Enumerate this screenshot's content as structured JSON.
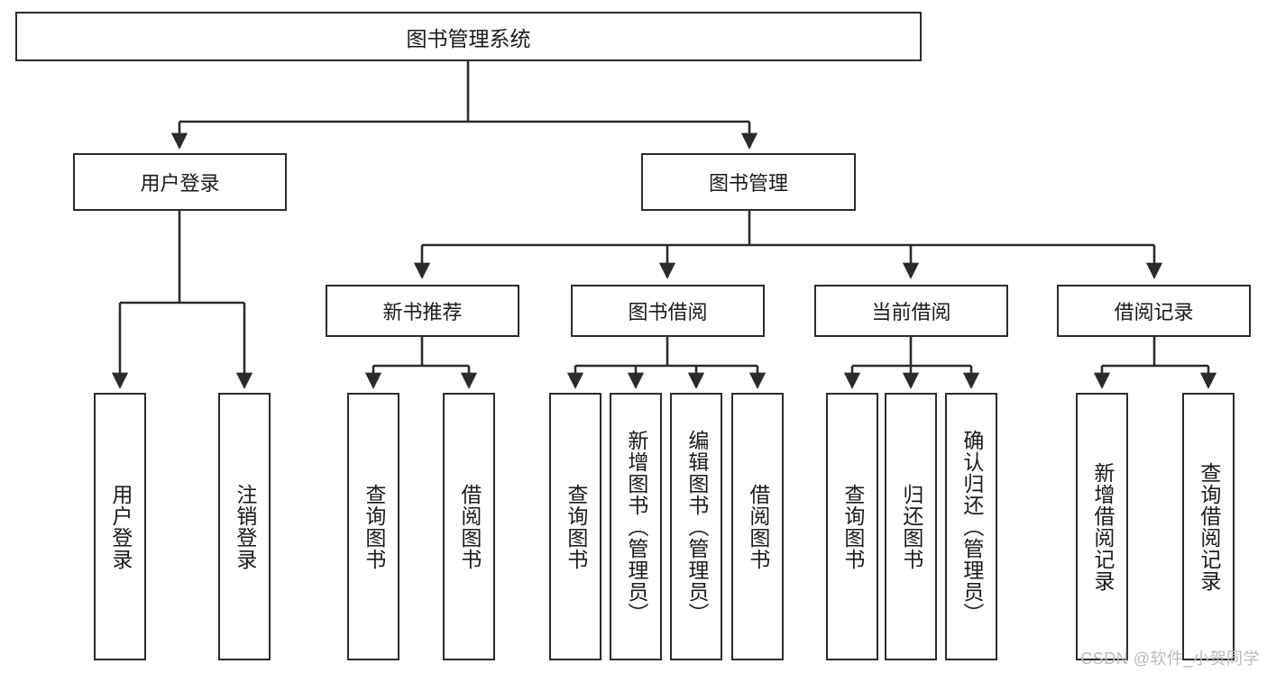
{
  "diagram": {
    "title": "图书管理系统",
    "type": "tree-hierarchy-chart",
    "root": {
      "id": "root",
      "label": "图书管理系统"
    },
    "level2": [
      {
        "id": "user-login",
        "label": "用户登录"
      },
      {
        "id": "book-manage",
        "label": "图书管理"
      }
    ],
    "level3": [
      {
        "id": "new-book-recommend",
        "label": "新书推荐",
        "parent": "book-manage"
      },
      {
        "id": "book-borrow",
        "label": "图书借阅",
        "parent": "book-manage"
      },
      {
        "id": "current-borrow",
        "label": "当前借阅",
        "parent": "book-manage"
      },
      {
        "id": "borrow-record",
        "label": "借阅记录",
        "parent": "book-manage"
      }
    ],
    "leaves": [
      {
        "id": "leaf-user-login",
        "label": "用户登录",
        "parent": "user-login"
      },
      {
        "id": "leaf-user-logout",
        "label": "注销登录",
        "parent": "user-login"
      },
      {
        "id": "leaf-query-book-1",
        "label": "查询图书",
        "parent": "new-book-recommend"
      },
      {
        "id": "leaf-borrow-book-1",
        "label": "借阅图书",
        "parent": "new-book-recommend"
      },
      {
        "id": "leaf-query-book-2",
        "label": "查询图书",
        "parent": "book-borrow"
      },
      {
        "id": "leaf-add-book",
        "label": "新增图书（管理员）",
        "parent": "book-borrow"
      },
      {
        "id": "leaf-edit-book",
        "label": "编辑图书（管理员）",
        "parent": "book-borrow"
      },
      {
        "id": "leaf-borrow-book-2",
        "label": "借阅图书",
        "parent": "book-borrow"
      },
      {
        "id": "leaf-query-book-3",
        "label": "查询图书",
        "parent": "current-borrow"
      },
      {
        "id": "leaf-return-book",
        "label": "归还图书",
        "parent": "current-borrow"
      },
      {
        "id": "leaf-confirm-return",
        "label": "确认归还（管理员）",
        "parent": "current-borrow"
      },
      {
        "id": "leaf-add-record",
        "label": "新增借阅记录",
        "parent": "borrow-record"
      },
      {
        "id": "leaf-query-record",
        "label": "查询借阅记录",
        "parent": "borrow-record"
      }
    ],
    "watermark": "CSDN @软件_小贺同学",
    "colors": {
      "stroke": "#2b2b2b",
      "fill": "#ffffff",
      "text": "#1a1a1a",
      "watermark": "#b9b9b9"
    }
  }
}
